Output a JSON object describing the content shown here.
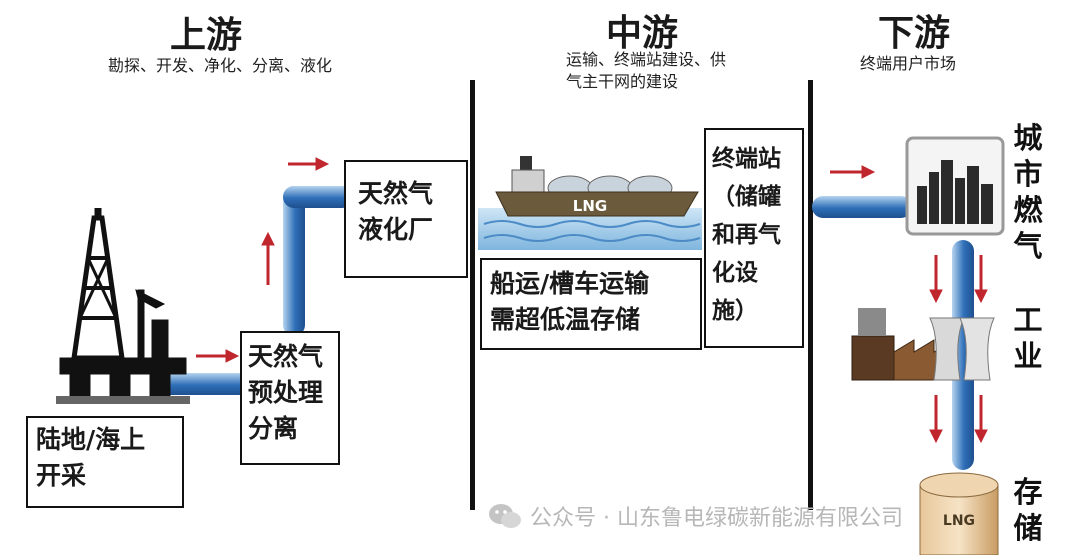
{
  "sections": {
    "upstream": {
      "title": "上游",
      "subtitle": "勘探、开发、净化、分离、液化"
    },
    "midstream": {
      "title": "中游",
      "subtitle_line1": "运输、终端站建设、供",
      "subtitle_line2": "气主干网的建设"
    },
    "downstream": {
      "title": "下游",
      "subtitle": "终端用户市场"
    }
  },
  "boxes": {
    "extraction": {
      "line1": "陆地/海上",
      "line2": "开采"
    },
    "pretreatment": {
      "line1": "天然气",
      "line2": "预处理",
      "line3": "分离"
    },
    "liquefaction": {
      "line1": "天然气",
      "line2": "液化厂"
    },
    "shipping": {
      "line1": "船运/槽车运输",
      "line2": "需超低温存储"
    },
    "terminal": {
      "line1": "终端站",
      "line2": "（储罐",
      "line3": "和再气",
      "line4": "化设",
      "line5": "施）"
    }
  },
  "ship": {
    "label": "LNG"
  },
  "tank": {
    "label": "LNG"
  },
  "end_uses": {
    "city_gas": [
      "城",
      "市",
      "燃",
      "气"
    ],
    "industry": [
      "工",
      "业"
    ],
    "storage": [
      "存",
      "储"
    ]
  },
  "watermark": "公众号 · 山东鲁电绿碳新能源有限公司",
  "colors": {
    "pipe": "#2e6fb8",
    "arrow": "#c0262d"
  }
}
